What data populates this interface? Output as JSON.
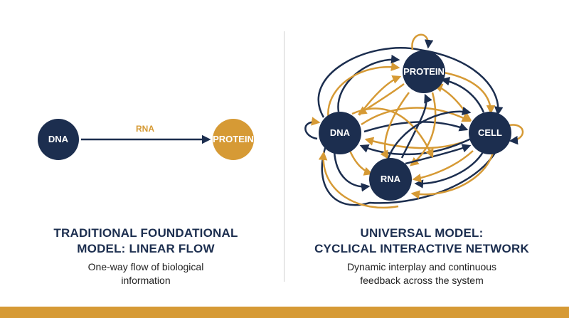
{
  "colors": {
    "navy": "#1c2e4f",
    "gold": "#d69a35",
    "divider": "#d0d0d0",
    "text": "#222222"
  },
  "left_panel": {
    "nodes": {
      "dna": "DNA",
      "protein": "PROTEIN"
    },
    "edge_label": "RNA",
    "title_line1": "TRADITIONAL FOUNDATIONAL",
    "title_line2": "MODEL: LINEAR FLOW",
    "subtitle_line1": "One-way flow of biological",
    "subtitle_line2": "information"
  },
  "right_panel": {
    "nodes": {
      "protein": "PROTEIN",
      "dna": "DNA",
      "cell": "CELL",
      "rna": "RNA"
    },
    "title_line1": "UNIVERSAL MODEL:",
    "title_line2": "CYCLICAL INTERACTIVE NETWORK",
    "subtitle_line1": "Dynamic interplay and continuous",
    "subtitle_line2": "feedback across the system"
  }
}
